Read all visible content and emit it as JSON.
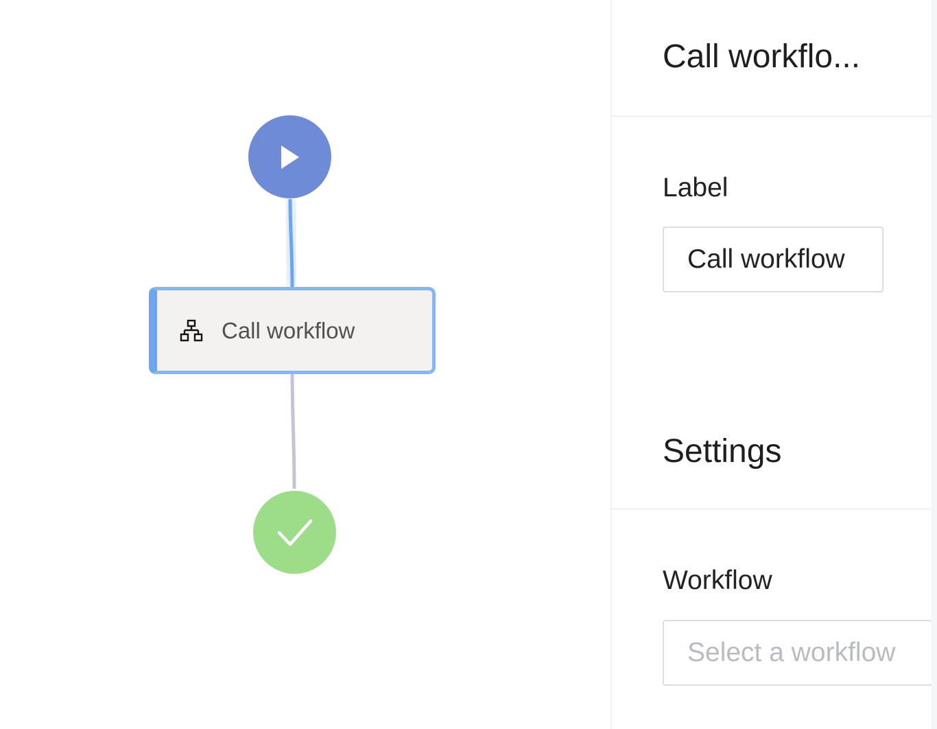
{
  "canvas": {
    "start_node": {
      "icon": "play-icon",
      "color": "#6f8bd6"
    },
    "activity_node": {
      "label": "Call workflow",
      "icon": "workflow-hierarchy-icon",
      "border_color": "#84b6f2",
      "fill_color": "#f6f1f1"
    },
    "end_node": {
      "icon": "checkmark-icon",
      "color": "#9ddd8a"
    },
    "edge_colors": {
      "incoming": "#6ea5ee",
      "outgoing": "#c8c2d9"
    }
  },
  "panel": {
    "title": "Call workflo...",
    "label_field": {
      "label": "Label",
      "value": "Call workflow"
    },
    "settings": {
      "title": "Settings",
      "workflow_field": {
        "label": "Workflow",
        "placeholder": "Select a workflow"
      }
    }
  }
}
